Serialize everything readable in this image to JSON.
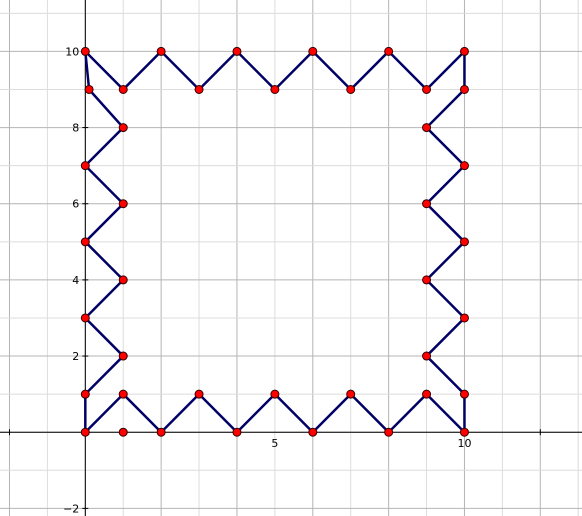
{
  "chart_data": {
    "type": "line",
    "title": "",
    "xlabel": "",
    "ylabel": "",
    "xlim": [
      -2.25,
      13.1
    ],
    "ylim": [
      -2.2,
      11.35
    ],
    "grid": true,
    "x_tick_labels": [
      {
        "value": 5,
        "label": "5"
      },
      {
        "value": 10,
        "label": "10"
      }
    ],
    "y_tick_labels": [
      {
        "value": -2,
        "label": "−2"
      },
      {
        "value": 2,
        "label": "2"
      },
      {
        "value": 4,
        "label": "4"
      },
      {
        "value": 6,
        "label": "6"
      },
      {
        "value": 8,
        "label": "8"
      },
      {
        "value": 10,
        "label": "10"
      }
    ],
    "series": [
      {
        "path": [
          [
            0,
            0
          ],
          [
            1,
            1
          ],
          [
            2,
            0
          ],
          [
            3,
            1
          ],
          [
            4,
            0
          ],
          [
            5,
            1
          ],
          [
            6,
            0
          ],
          [
            7,
            1
          ],
          [
            8,
            0
          ],
          [
            9,
            1
          ],
          [
            10,
            0
          ],
          [
            10,
            1
          ],
          [
            9,
            2
          ],
          [
            10,
            3
          ],
          [
            9,
            4
          ],
          [
            10,
            5
          ],
          [
            9,
            6
          ],
          [
            10,
            7
          ],
          [
            9,
            8
          ],
          [
            10,
            9
          ],
          [
            10,
            10
          ],
          [
            9,
            9
          ],
          [
            8,
            10
          ],
          [
            7,
            9
          ],
          [
            6,
            10
          ],
          [
            5,
            9
          ],
          [
            4,
            10
          ],
          [
            3,
            9
          ],
          [
            2,
            10
          ],
          [
            1,
            9
          ],
          [
            0,
            10
          ],
          [
            0.1,
            9
          ],
          [
            1,
            8
          ],
          [
            0,
            7
          ],
          [
            1,
            6
          ],
          [
            0,
            5
          ],
          [
            1,
            4
          ],
          [
            0,
            3
          ],
          [
            1,
            2
          ],
          [
            0,
            1
          ],
          [
            0,
            0
          ]
        ],
        "line_color": "#000066",
        "point_color": "#ff0000"
      }
    ],
    "extra_points": [
      [
        1,
        0
      ]
    ]
  }
}
